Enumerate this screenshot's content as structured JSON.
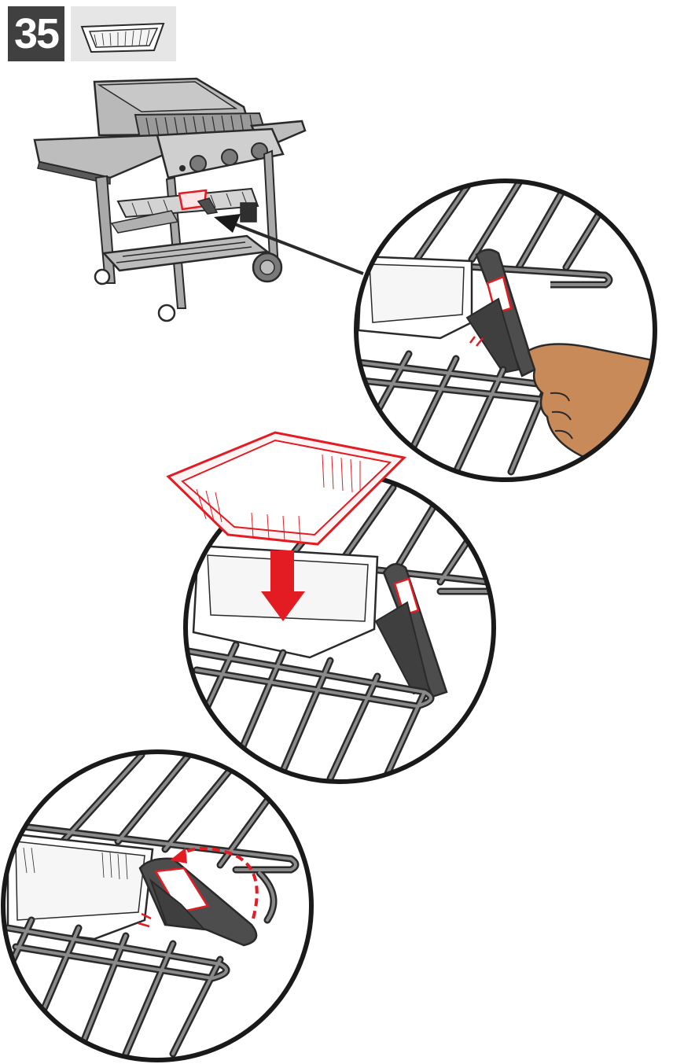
{
  "step": {
    "number": "35"
  },
  "part_icon": "foil-drip-pan-icon",
  "colors": {
    "badge_bg": "#404040",
    "part_bg": "#e6e6e6",
    "highlight": "#e31b23",
    "line": "#2a2a2a",
    "grill_body": "#b4b4b4",
    "holder": "#4d4d4d",
    "hand": "#c98a5a"
  },
  "panels": [
    {
      "name": "grill-overview",
      "icon": "grill-icon"
    },
    {
      "name": "zoom-lift-holder",
      "icon": "hand-icon"
    },
    {
      "name": "zoom-insert-pan",
      "icon": "down-arrow-icon"
    },
    {
      "name": "zoom-close-holder",
      "icon": "curved-arrow-icon"
    }
  ]
}
